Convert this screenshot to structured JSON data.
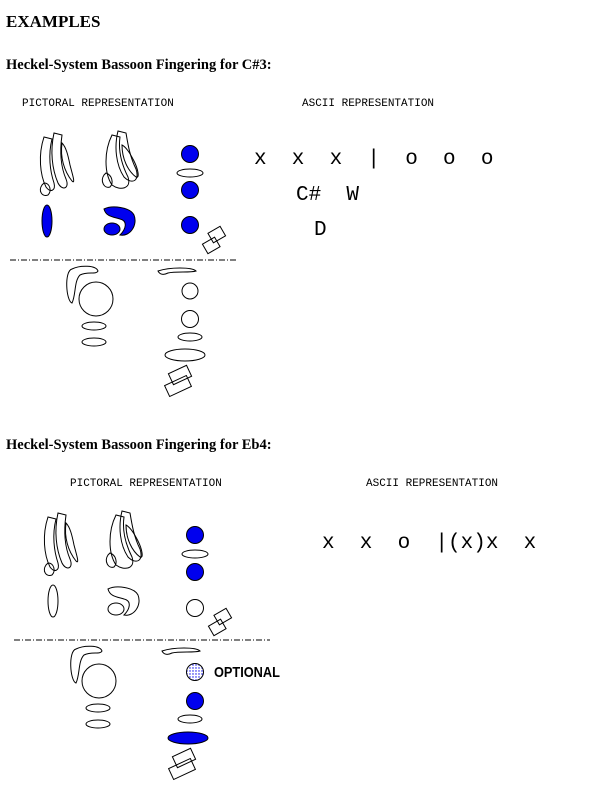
{
  "page": {
    "title": "EXAMPLES"
  },
  "examples": [
    {
      "title": "Heckel-System Bassoon Fingering for C#3:",
      "pictoral_header": "PICTORAL REPRESENTATION",
      "ascii_header": "ASCII REPRESENTATION",
      "ascii_lines": [
        "x  x  x  |  o  o  o",
        "C#  W",
        "D"
      ]
    },
    {
      "title": "Heckel-System Bassoon Fingering for Eb4:",
      "pictoral_header": "PICTORAL REPRESENTATION",
      "ascii_header": "ASCII REPRESENTATION",
      "ascii_lines": [
        "x  x  o  |(x)x  x"
      ],
      "optional_label": "OPTIONAL"
    }
  ],
  "colors": {
    "closed_key": "#0000ee",
    "open_key": "#ffffff",
    "outline": "#000000"
  }
}
